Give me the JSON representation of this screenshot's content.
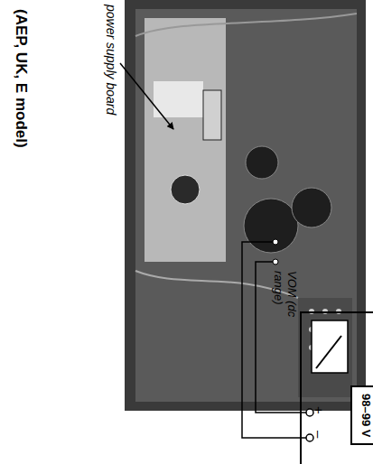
{
  "diagram": {
    "nodes": [
      {
        "text": [
          "VOM (dc range)",
          "+",
          "–"
        ]
      },
      {
        "text": [
          "98–99 V"
        ],
        "in": 0
      }
    ],
    "labels": [
      "power supply board",
      "(AEP, UK, E model)"
    ]
  }
}
